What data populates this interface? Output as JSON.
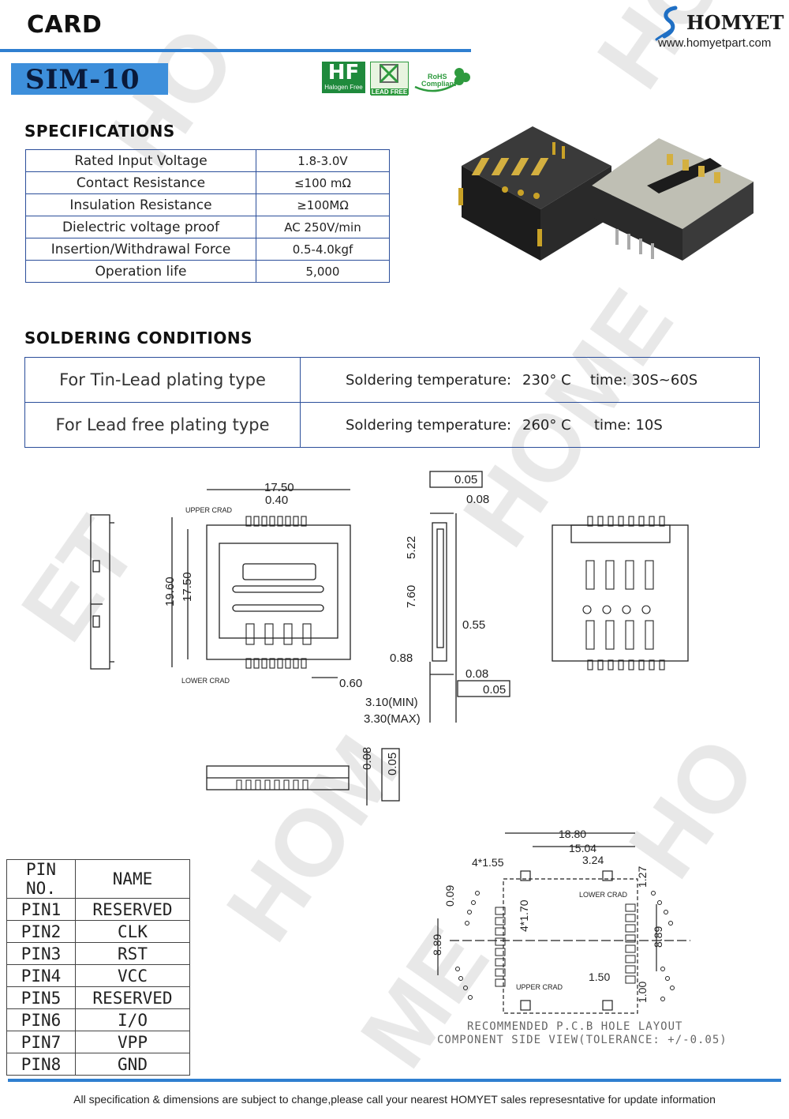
{
  "header": {
    "category": "CARD",
    "brand": "HOMYET",
    "website": "www.homyetpart.com",
    "model": "SIM-10",
    "accent_color": "#2f7fd0"
  },
  "certifications": {
    "halogen_free": "Halogen Free",
    "lead_free": "LEAD FREE",
    "rohs": "RoHS",
    "rohs_sub": "Compliant"
  },
  "specifications": {
    "title": "SPECIFICATIONS",
    "rows": [
      {
        "name": "Rated Input Voltage",
        "value": "1.8-3.0V"
      },
      {
        "name": "Contact Resistance",
        "value": "≤100 mΩ"
      },
      {
        "name": "Insulation Resistance",
        "value": "≥100MΩ"
      },
      {
        "name": "Dielectric voltage proof",
        "value": "AC 250V/min"
      },
      {
        "name": "Insertion/Withdrawal Force",
        "value": "0.5-4.0kgf"
      },
      {
        "name": "Operation life",
        "value": "5,000"
      }
    ]
  },
  "soldering": {
    "title": "SOLDERING CONDITIONS",
    "rows": [
      {
        "type": "For Tin-Lead plating type",
        "label": "Soldering temperature:",
        "temp": "230° C",
        "time": "time: 30S~60S"
      },
      {
        "type": "For Lead free plating type",
        "label": "Soldering temperature:",
        "temp": "260° C",
        "time": "time: 10S"
      }
    ]
  },
  "drawing": {
    "dim_width": "17.50",
    "dim_pitch": "0.40",
    "dim_height_outer": "19.60",
    "dim_height_inner": "17.50",
    "upper_crad": "UPPER  CRAD",
    "lower_crad": "LOWER  CRAD",
    "dim_pin": "0.60",
    "side_flat1": "0.05",
    "side_gap1": "0.08",
    "side_522": "5.22",
    "side_760": "7.60",
    "side_055": "0.55",
    "side_088": "0.88",
    "side_gap2": "0.08",
    "side_flat2": "0.05",
    "side_min": "3.10(MIN)",
    "side_max": "3.30(MAX)",
    "front_gap": "0.08",
    "front_flat": "0.05"
  },
  "pin_table": {
    "headers": [
      "PIN NO.",
      "NAME"
    ],
    "rows": [
      [
        "PIN1",
        "RESERVED"
      ],
      [
        "PIN2",
        "CLK"
      ],
      [
        "PIN3",
        "RST"
      ],
      [
        "PIN4",
        "VCC"
      ],
      [
        "PIN5",
        "RESERVED"
      ],
      [
        "PIN6",
        "I/O"
      ],
      [
        "PIN7",
        "VPP"
      ],
      [
        "PIN8",
        "GND"
      ]
    ]
  },
  "pcb": {
    "dim_1880": "18.80",
    "dim_1504": "15.04",
    "dim_324": "3.24",
    "dim_155": "4*1.55",
    "dim_127": "1.27",
    "dim_009": "0.09",
    "dim_170": "4*1.70",
    "dim_889_left": "8.89",
    "dim_889_right": "8.89",
    "dim_150": "1.50",
    "dim_100": "1.00",
    "lower_crad": "LOWER  CRAD",
    "upper_crad": "UPPER  CRAD",
    "caption1": "RECOMMENDED P.C.B HOLE LAYOUT",
    "caption2": "COMPONENT SIDE VIEW(TOLERANCE: +/-0.05)"
  },
  "footer": {
    "text": "All specification & dimensions are subject to change,please call your nearest HOMYET sales represesntative for update information"
  }
}
